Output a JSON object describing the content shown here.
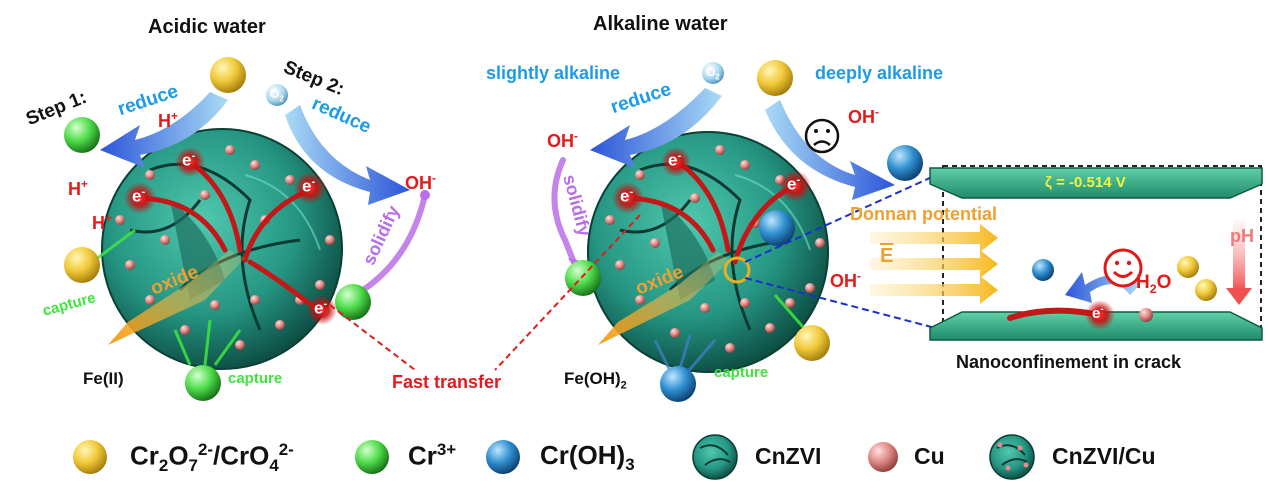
{
  "left": {
    "title": "Acidic water",
    "step1": "Step 1:",
    "step2": "Step 2:",
    "reduce": "reduce",
    "h_plus": "H",
    "plus": "+",
    "e_minus": "e",
    "minus": "-",
    "o2": "O",
    "o2_sub": "2",
    "oh_minus": "OH",
    "solidify": "solidify",
    "oxide": "oxide",
    "capture": "capture",
    "fe2": "Fe(II)"
  },
  "right": {
    "title": "Alkaline water",
    "slightly": "slightly alkaline",
    "deeply": "deeply alkaline",
    "fe_oh": "Fe(OH)",
    "fe_oh_sub": "2",
    "capture": "capture"
  },
  "center": {
    "fast_transfer": "Fast transfer"
  },
  "inset": {
    "zeta": "ζ = -0.514 V",
    "donnan": "Donnan potential",
    "e_field": "E",
    "ph": "pH",
    "h2o_h": "H",
    "h2o_sub": "2",
    "h2o_o": "O",
    "caption": "Nanoconfinement in crack"
  },
  "legend": {
    "items": [
      {
        "type": "yellow-ball",
        "label": "Cr2O72-/CrO42-"
      },
      {
        "type": "green-ball",
        "label": "Cr3+"
      },
      {
        "type": "blue-ball",
        "label": "Cr(OH)3"
      },
      {
        "type": "cnzvi",
        "label": "CnZVI"
      },
      {
        "type": "cu-ball",
        "label": "Cu"
      },
      {
        "type": "cnzvi-cu",
        "label": "CnZVI/Cu"
      }
    ],
    "cr2o7_a": "Cr",
    "cr2o7_a_sub": "2",
    "cr2o7_b": "O",
    "cr2o7_b_sub": "7",
    "cr2o7_sup": "2-",
    "cro4_a": "/CrO",
    "cro4_sub": "4",
    "cro4_sup": "2-",
    "cr3": "Cr",
    "cr3_sup": "3+",
    "croh": "Cr(OH)",
    "croh_sub": "3",
    "cnzvi": "CnZVI",
    "cu": "Cu",
    "cnzvi_cu": "CnZVI/Cu"
  },
  "colors": {
    "sphere": "#2a9a82",
    "red_text": "#e31b1b",
    "blue_text": "#1e9be8",
    "green_text": "#3ee63e",
    "purple": "#b86ee8",
    "orange": "#f0a030",
    "plate": "#2fa886"
  }
}
